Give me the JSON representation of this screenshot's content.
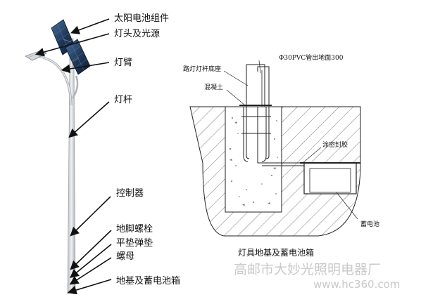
{
  "left_labels": [
    {
      "key": "solar_panel",
      "text": "太阳电池组件"
    },
    {
      "key": "lamp_head",
      "text": "灯头及光源"
    },
    {
      "key": "lamp_arm",
      "text": "灯臂"
    },
    {
      "key": "lamp_pole",
      "text": "灯杆"
    },
    {
      "key": "controller",
      "text": "控制器"
    },
    {
      "key": "anchor_bolt",
      "text": "地脚螺栓"
    },
    {
      "key": "washer",
      "text": "平垫弹垫"
    },
    {
      "key": "nut",
      "text": "螺母"
    },
    {
      "key": "foundation",
      "text": "地基及蓄电池箱"
    }
  ],
  "detail_labels": {
    "pole_base": "路灯灯杆底座",
    "pvc": "Φ30PVC管出地面300",
    "concrete": "混凝土",
    "sealant": "涂密封胶",
    "battery": "蓄电池"
  },
  "caption": "灯具地基及蓄电池箱",
  "watermark": {
    "company": "高邮市大妙光照明电器厂",
    "url": "www.hc360.com"
  },
  "colors": {
    "line": "#222222",
    "pole": "#d8dbdf",
    "panel": "#1f3a5e",
    "watermark": "#c9c9c9"
  }
}
